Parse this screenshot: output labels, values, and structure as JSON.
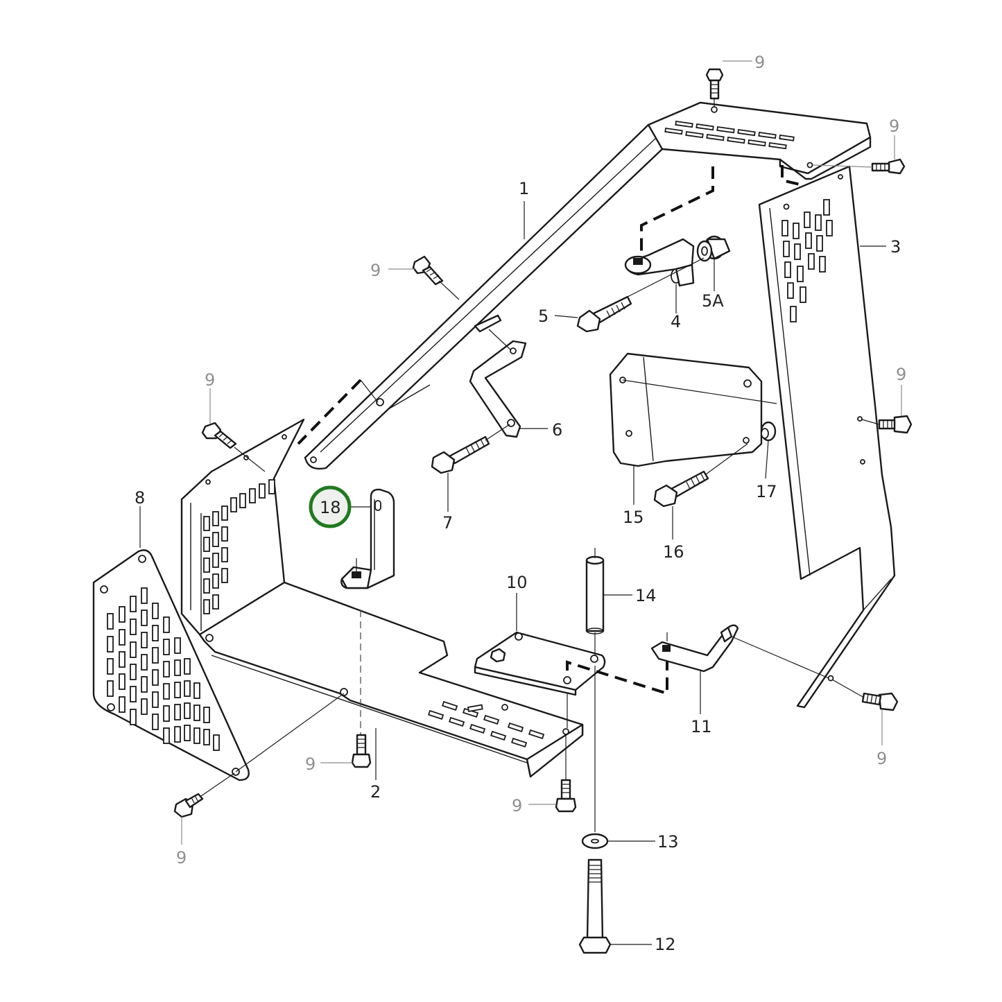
{
  "diagram": {
    "type": "exploded-parts-view",
    "highlight": {
      "part": "18",
      "ring_color": "#1f7a1f",
      "fill_color": "#eef0ee"
    },
    "line_color": "#1a1a1a",
    "grey_label_color": "#8f8f8f"
  },
  "callouts": {
    "c1": "1",
    "c2": "2",
    "c3": "3",
    "c4": "4",
    "c5": "5",
    "c5a": "5A",
    "c6": "6",
    "c7": "7",
    "c8": "8",
    "c9_top": "9",
    "c9_top_right": "9",
    "c9_tube": "9",
    "c9_left_panel": "9",
    "c9_right_side": "9",
    "c9_bottom_right": "9",
    "c9_floor_left": "9",
    "c9_floor_right": "9",
    "c9_bottom_left": "9",
    "c10": "10",
    "c11": "11",
    "c12": "12",
    "c13": "13",
    "c14": "14",
    "c15": "15",
    "c16": "16",
    "c17": "17",
    "c18": "18"
  },
  "parts": [
    {
      "id": "1",
      "name": "main-frame-tube"
    },
    {
      "id": "2",
      "name": "floor-pan"
    },
    {
      "id": "3",
      "name": "right-side-panel"
    },
    {
      "id": "4",
      "name": "hinge-bracket"
    },
    {
      "id": "5",
      "name": "hinge-bolt"
    },
    {
      "id": "5A",
      "name": "spacer-bushing"
    },
    {
      "id": "6",
      "name": "support-bracket"
    },
    {
      "id": "7",
      "name": "bracket-bolt"
    },
    {
      "id": "8",
      "name": "left-vent-plate"
    },
    {
      "id": "9",
      "name": "flange-screw"
    },
    {
      "id": "10",
      "name": "mounting-plate"
    },
    {
      "id": "11",
      "name": "angle-bracket"
    },
    {
      "id": "12",
      "name": "pivot-bolt"
    },
    {
      "id": "13",
      "name": "washer"
    },
    {
      "id": "14",
      "name": "spacer-tube"
    },
    {
      "id": "15",
      "name": "gusset-plate"
    },
    {
      "id": "16",
      "name": "gusset-bolt"
    },
    {
      "id": "17",
      "name": "gusset-nut"
    },
    {
      "id": "18",
      "name": "l-bracket"
    }
  ]
}
